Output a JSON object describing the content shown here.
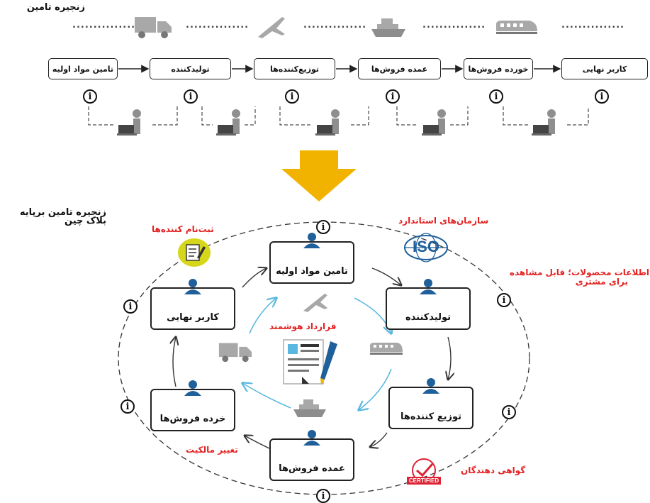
{
  "top": {
    "title": "زنجیره تامین",
    "dots": "...............",
    "stages": [
      "تامین مواد اولیه",
      "تولیدکننده",
      "توزیع‌کننده‌ها",
      "عمده فروش‌ها",
      "خورده فروش‌ها",
      "کاربر نهایی"
    ],
    "info_glyph": "i"
  },
  "bottom": {
    "title_line1": "زنجیره تامین برپایه",
    "title_line2": "بلاک چین",
    "center_label": "قرارداد هوشمند",
    "nodes": {
      "raw": "تامین مواد اولیه",
      "producer": "تولیدکننده",
      "distributor": "توزیع کننده‌ها",
      "wholesale": "عمده فروش‌ها",
      "retail": "خرده فروش‌ها",
      "enduser": "کاربر نهایی"
    },
    "labels": {
      "registrars": "ثبت‌نام کننده‌ها",
      "standards": "سازمان‌های استاندارد",
      "product_info_1": "اطلاعات محصولات؛ قابل مشاهده",
      "product_info_2": "برای مشتری",
      "ownership": "تغییر مالکیت",
      "certifiers": "گواهی دهندگان"
    },
    "iso_text": "ISO",
    "certified_text": "CERTIFIED"
  },
  "colors": {
    "arrow_down": "#f2b300",
    "red_label": "#e32222",
    "person_blue": "#1f5f9a",
    "cycle_arrow": "#5ab8e0",
    "icon_gray": "#a8a8a8"
  }
}
